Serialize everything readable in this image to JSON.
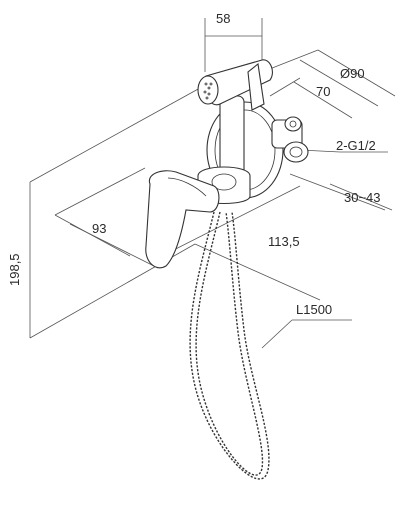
{
  "dimensions": {
    "width_top": "58",
    "diameter": "Ø90",
    "depth": "70",
    "connection": "2-G1/2",
    "wall_range": "30~43",
    "lever_offset": "93",
    "spout_length": "113,5",
    "total_height": "198,5",
    "hose_length": "L1500"
  },
  "colors": {
    "line": "#333333",
    "dimension": "#555555",
    "text": "#2a2a2a"
  }
}
